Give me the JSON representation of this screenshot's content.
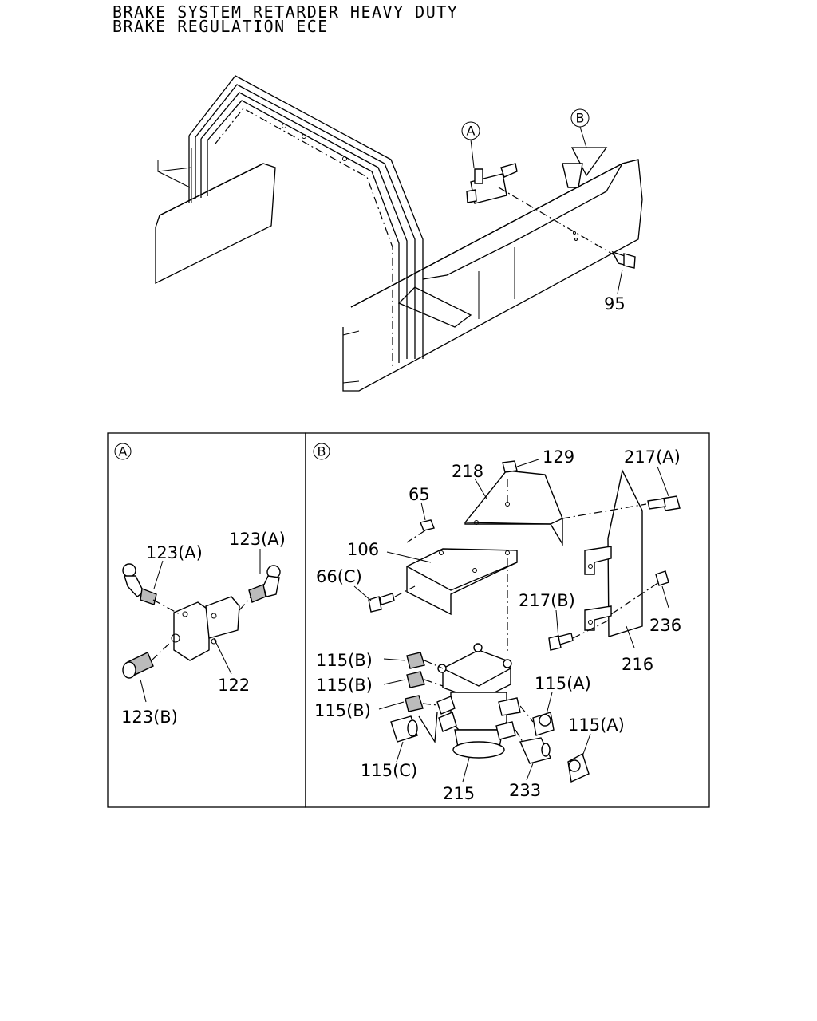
{
  "header": {
    "line1": "BRAKE SYSTEM RETARDER HEAVY DUTY",
    "line2": "BRAKE REGULATION ECE"
  },
  "overview": {
    "callout_a": "A",
    "callout_b": "B",
    "label_95": "95"
  },
  "panel_a": {
    "marker": "A",
    "labels": {
      "p123a_left": "123(A)",
      "p123a_right": "123(A)",
      "p122": "122",
      "p123b": "123(B)"
    }
  },
  "panel_b": {
    "marker": "B",
    "labels": {
      "p129": "129",
      "p218": "218",
      "p217a": "217(A)",
      "p65": "65",
      "p106": "106",
      "p66c": "66(C)",
      "p217b": "217(B)",
      "p236": "236",
      "p216": "216",
      "p115b_1": "115(B)",
      "p115b_2": "115(B)",
      "p115b_3": "115(B)",
      "p115a_1": "115(A)",
      "p115a_2": "115(A)",
      "p115c": "115(C)",
      "p215": "215",
      "p233": "233"
    }
  }
}
